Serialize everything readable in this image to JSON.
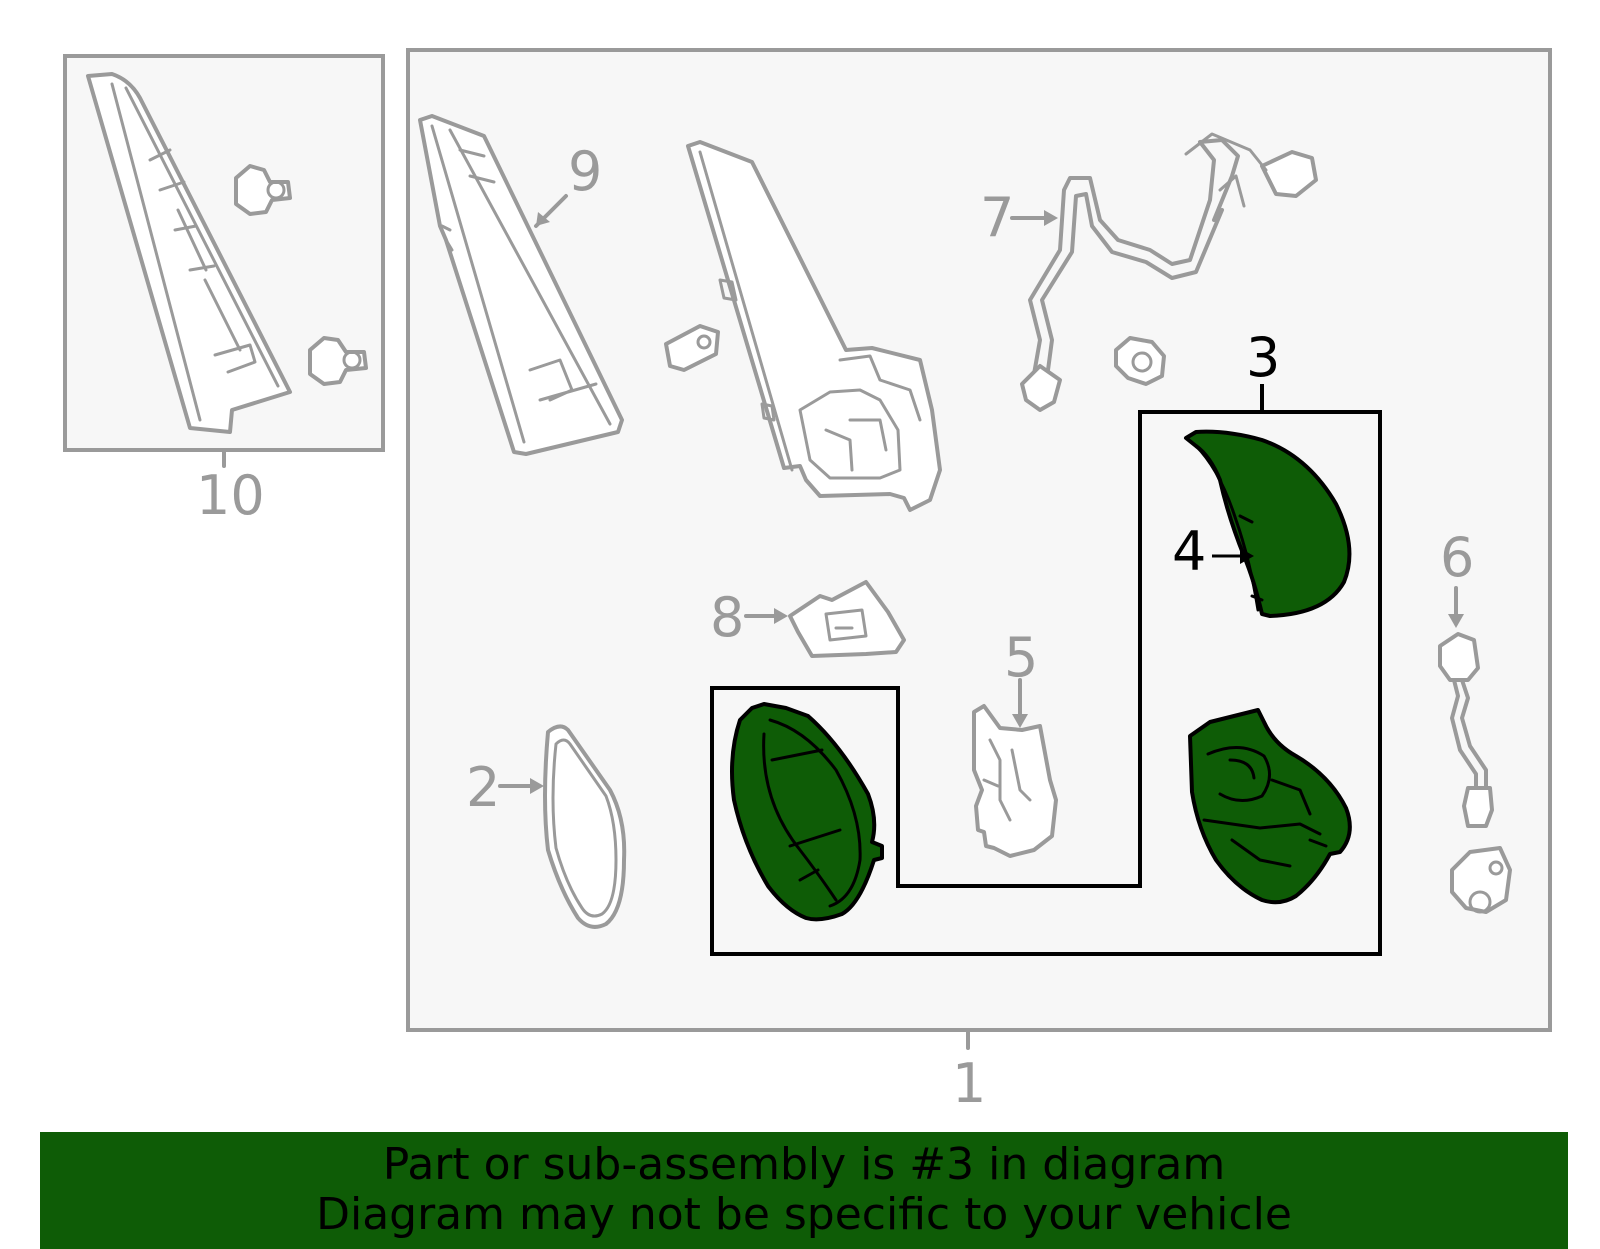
{
  "colors": {
    "highlight": "#0e5c06",
    "line": "#9a9a9a",
    "box_fill": "#f7f7f7",
    "text_active": "#000000",
    "text_inactive": "#9a9a9a"
  },
  "callouts": {
    "c1": "1",
    "c2": "2",
    "c3": "3",
    "c4": "4",
    "c5": "5",
    "c6": "6",
    "c7": "7",
    "c8": "8",
    "c9": "9",
    "c10": "10"
  },
  "banner": {
    "line1": "Part or sub-assembly is #3 in diagram",
    "line2": "Diagram may not be specific to your vehicle"
  }
}
